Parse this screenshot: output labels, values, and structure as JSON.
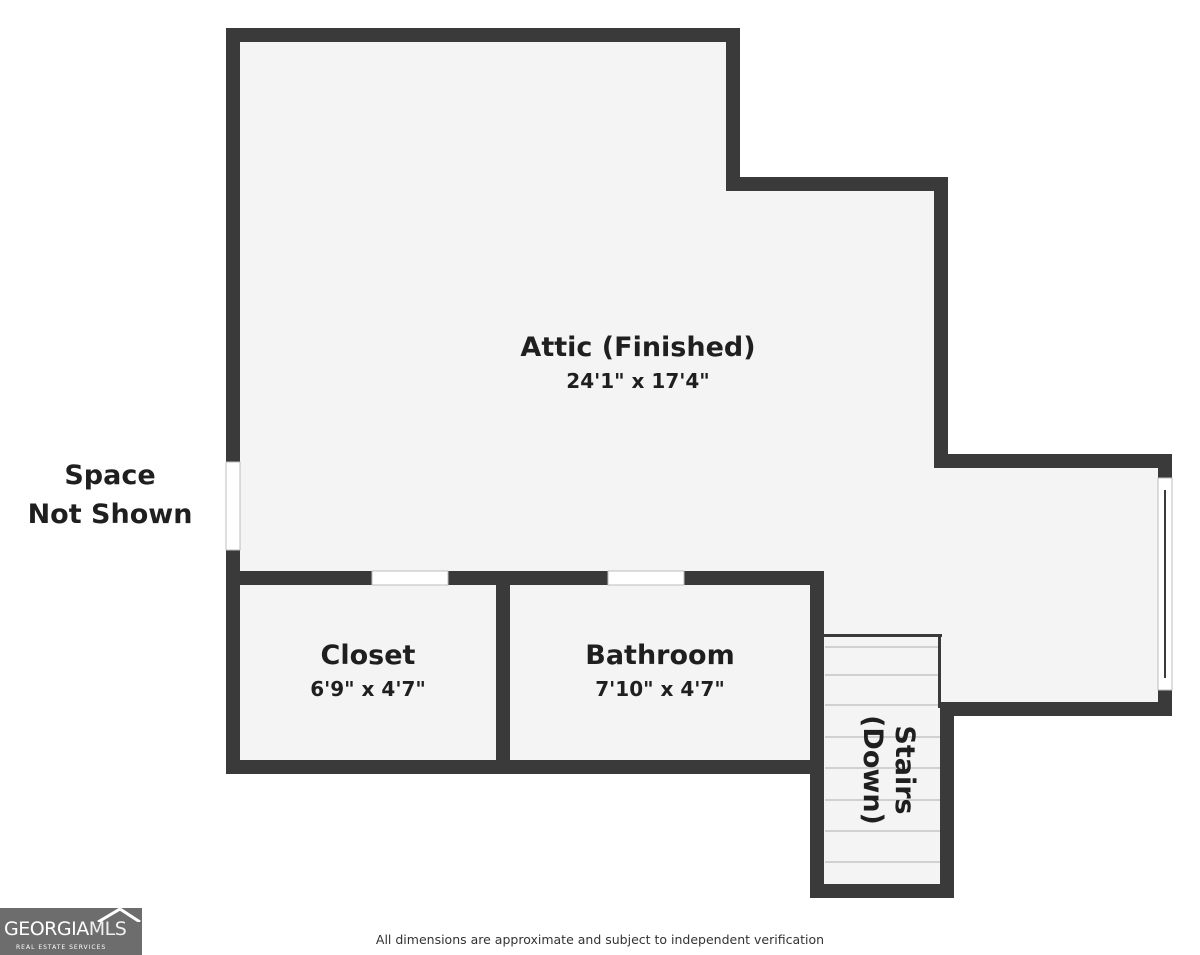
{
  "rooms": {
    "attic": {
      "name": "Attic (Finished)",
      "dims": "24'1\" x 17'4\""
    },
    "closet": {
      "name": "Closet",
      "dims": "6'9\" x 4'7\""
    },
    "bathroom": {
      "name": "Bathroom",
      "dims": "7'10\" x 4'7\""
    },
    "stairs": {
      "line1": "Stairs",
      "line2": "(Down)"
    }
  },
  "side_label": {
    "line1": "Space",
    "line2": "Not Shown"
  },
  "footer": {
    "disclaimer": "All dimensions are approximate and subject to independent verification"
  },
  "logo": {
    "word_a": "GEORGIA",
    "word_b": "MLS",
    "sub": "REAL ESTATE SERVICES"
  },
  "colors": {
    "wall": "#3a3a3a",
    "floor": "#f4f4f4",
    "logo_bg": "#6d6d6d"
  }
}
